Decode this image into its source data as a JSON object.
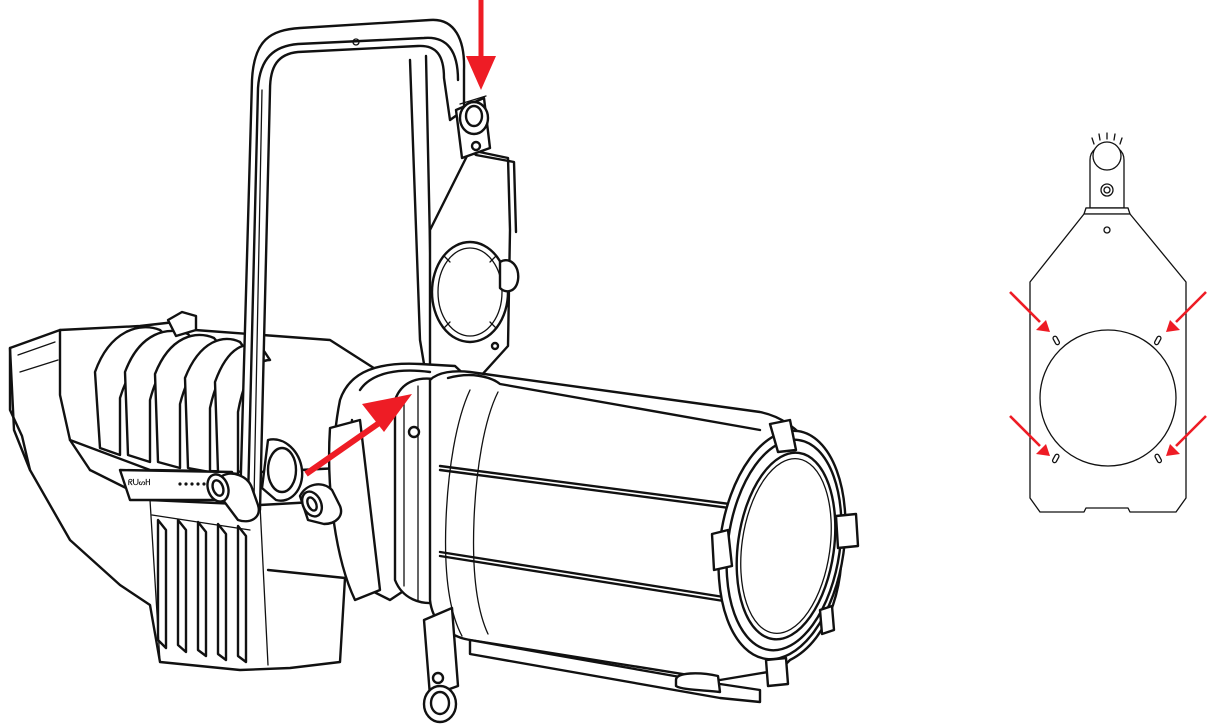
{
  "colors": {
    "line": "#111111",
    "background": "#ffffff",
    "arrow": "#ee1c25"
  },
  "fixture": {
    "etched_label": "ᖇᑌᔕᕼ"
  },
  "arrows": {
    "main_count": 2,
    "detail_count": 4
  }
}
